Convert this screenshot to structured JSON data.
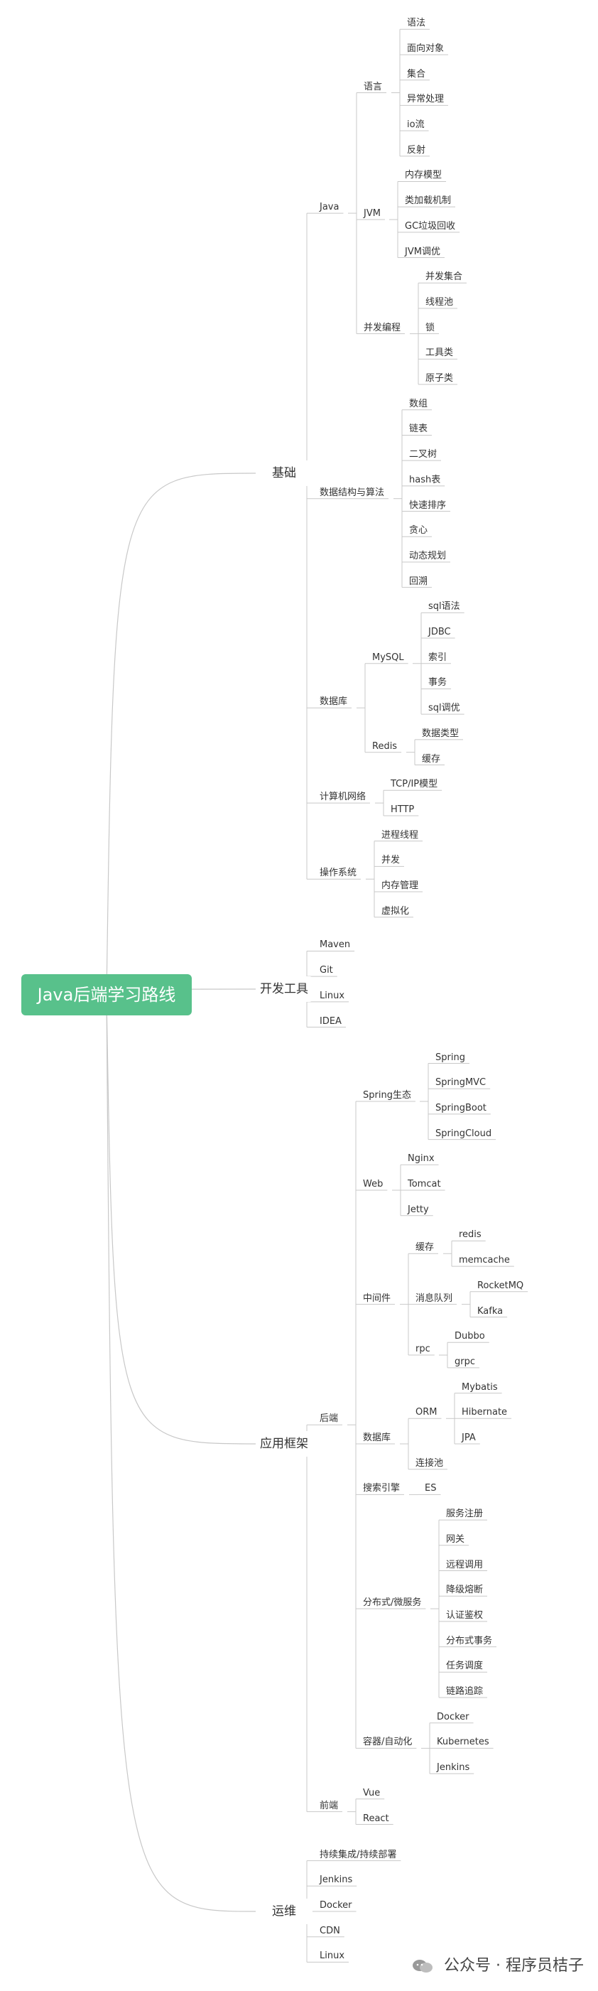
{
  "root": {
    "label": "Java后端学习路线"
  },
  "colors": {
    "root_fill": "#58c18b",
    "line": "#c8c8c8"
  },
  "watermark": {
    "text": "公众号 · 程序员桔子",
    "icon": "wechat-official-icon"
  },
  "branches": [
    {
      "label": "基础",
      "children": [
        {
          "label": "Java",
          "children": [
            {
              "label": "语言",
              "children": [
                {
                  "label": "语法"
                },
                {
                  "label": "面向对象"
                },
                {
                  "label": "集合"
                },
                {
                  "label": "异常处理"
                },
                {
                  "label": "io流"
                },
                {
                  "label": "反射"
                }
              ]
            },
            {
              "label": "JVM",
              "children": [
                {
                  "label": "内存模型"
                },
                {
                  "label": "类加载机制"
                },
                {
                  "label": "GC垃圾回收"
                },
                {
                  "label": "JVM调优"
                }
              ]
            },
            {
              "label": "并发编程",
              "children": [
                {
                  "label": "并发集合"
                },
                {
                  "label": "线程池"
                },
                {
                  "label": "锁"
                },
                {
                  "label": "工具类"
                },
                {
                  "label": "原子类"
                }
              ]
            }
          ]
        },
        {
          "label": "数据结构与算法",
          "children": [
            {
              "label": "数组"
            },
            {
              "label": "链表"
            },
            {
              "label": "二叉树"
            },
            {
              "label": "hash表"
            },
            {
              "label": "快速排序"
            },
            {
              "label": "贪心"
            },
            {
              "label": "动态规划"
            },
            {
              "label": "回溯"
            }
          ]
        },
        {
          "label": "数据库",
          "children": [
            {
              "label": "MySQL",
              "children": [
                {
                  "label": "sql语法"
                },
                {
                  "label": "JDBC"
                },
                {
                  "label": "索引"
                },
                {
                  "label": "事务"
                },
                {
                  "label": "sql调优"
                }
              ]
            },
            {
              "label": "Redis",
              "children": [
                {
                  "label": "数据类型"
                },
                {
                  "label": "缓存"
                }
              ]
            }
          ]
        },
        {
          "label": "计算机网络",
          "children": [
            {
              "label": "TCP/IP模型"
            },
            {
              "label": "HTTP"
            }
          ]
        },
        {
          "label": "操作系统",
          "children": [
            {
              "label": "进程线程"
            },
            {
              "label": "并发"
            },
            {
              "label": "内存管理"
            },
            {
              "label": "虚拟化"
            }
          ]
        }
      ]
    },
    {
      "label": "开发工具",
      "children": [
        {
          "label": "Maven"
        },
        {
          "label": "Git"
        },
        {
          "label": "Linux"
        },
        {
          "label": "IDEA"
        }
      ]
    },
    {
      "label": "应用框架",
      "children": [
        {
          "label": "后端",
          "children": [
            {
              "label": "Spring生态",
              "children": [
                {
                  "label": "Spring"
                },
                {
                  "label": "SpringMVC"
                },
                {
                  "label": "SpringBoot"
                },
                {
                  "label": "SpringCloud"
                }
              ]
            },
            {
              "label": "Web",
              "children": [
                {
                  "label": "Nginx"
                },
                {
                  "label": "Tomcat"
                },
                {
                  "label": "Jetty"
                }
              ]
            },
            {
              "label": "中间件",
              "children": [
                {
                  "label": "缓存",
                  "children": [
                    {
                      "label": "redis"
                    },
                    {
                      "label": "memcache"
                    }
                  ]
                },
                {
                  "label": "消息队列",
                  "children": [
                    {
                      "label": "RocketMQ"
                    },
                    {
                      "label": "Kafka"
                    }
                  ]
                },
                {
                  "label": "rpc",
                  "children": [
                    {
                      "label": "Dubbo"
                    },
                    {
                      "label": "grpc"
                    }
                  ]
                }
              ]
            },
            {
              "label": "数据库",
              "children": [
                {
                  "label": "ORM",
                  "children": [
                    {
                      "label": "Mybatis"
                    },
                    {
                      "label": "Hibernate"
                    },
                    {
                      "label": "JPA"
                    }
                  ]
                },
                {
                  "label": "连接池"
                }
              ]
            },
            {
              "label": "搜索引擎",
              "children": [
                {
                  "label": "ES"
                }
              ]
            },
            {
              "label": "分布式/微服务",
              "children": [
                {
                  "label": "服务注册"
                },
                {
                  "label": "网关"
                },
                {
                  "label": "远程调用"
                },
                {
                  "label": "降级熔断"
                },
                {
                  "label": "认证鉴权"
                },
                {
                  "label": "分布式事务"
                },
                {
                  "label": "任务调度"
                },
                {
                  "label": "链路追踪"
                }
              ]
            },
            {
              "label": "容器/自动化",
              "children": [
                {
                  "label": "Docker"
                },
                {
                  "label": "Kubernetes"
                },
                {
                  "label": "Jenkins"
                }
              ]
            }
          ]
        },
        {
          "label": "前端",
          "children": [
            {
              "label": "Vue"
            },
            {
              "label": "React"
            }
          ]
        }
      ]
    },
    {
      "label": "运维",
      "children": [
        {
          "label": "持续集成/持续部署"
        },
        {
          "label": "Jenkins"
        },
        {
          "label": "Docker"
        },
        {
          "label": "CDN"
        },
        {
          "label": "Linux"
        }
      ]
    }
  ]
}
